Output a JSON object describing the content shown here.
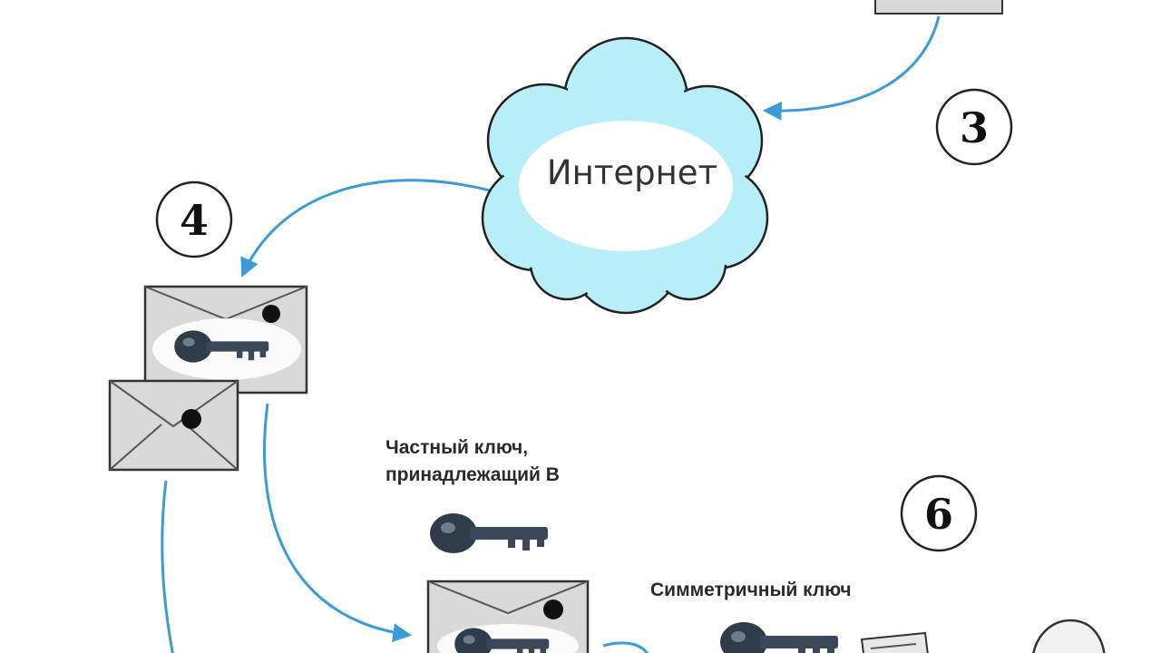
{
  "cloud": {
    "label": "Интернет"
  },
  "steps": [
    "3",
    "4",
    "6"
  ],
  "labels": {
    "private_key_line1": "Частный ключ,",
    "private_key_line2": "принадлежащий В",
    "symmetric_key": "Симметричный ключ"
  },
  "colors": {
    "arrow": "#3a9bd6",
    "cloud_fill": "#b8eef8",
    "cloud_inner": "#ffffff",
    "envelope": "#d9d9d9",
    "key": "#2e3c4c"
  },
  "icons": [
    "envelope-icon",
    "key-icon",
    "document-icon",
    "cloud-icon"
  ]
}
